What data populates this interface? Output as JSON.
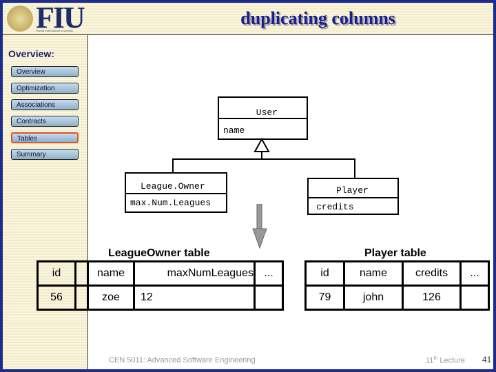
{
  "title": "duplicating columns",
  "logo": {
    "text": "FIU",
    "subtitle": "Florida International University"
  },
  "sidebar": {
    "heading": "Overview:",
    "items": [
      {
        "label": "Overview"
      },
      {
        "label": "Optimization"
      },
      {
        "label": "Associations"
      },
      {
        "label": "Contracts"
      },
      {
        "label": "Tables",
        "selected": true
      },
      {
        "label": "Summary"
      }
    ]
  },
  "uml": {
    "user": {
      "name": "User",
      "attrs": "name"
    },
    "league_owner": {
      "name": "League.Owner",
      "attrs": "max.Num.Leagues"
    },
    "player": {
      "name": "Player",
      "attrs": "credits"
    }
  },
  "league_table": {
    "title": "LeagueOwner table",
    "headers": [
      "id",
      "",
      "name",
      "maxNumLeagues",
      "..."
    ],
    "rows": [
      [
        "56",
        "",
        "zoe",
        "12",
        ""
      ]
    ]
  },
  "player_table": {
    "title": "Player table",
    "headers": [
      "id",
      "name",
      "credits",
      "..."
    ],
    "rows": [
      [
        "79",
        "john",
        "126",
        ""
      ]
    ]
  },
  "footer": {
    "course": "CEN 5011: Advanced Software Engineering",
    "lecture_num": "11",
    "lecture_sup": "th",
    "lecture_word": "Lecture",
    "page": "41"
  }
}
